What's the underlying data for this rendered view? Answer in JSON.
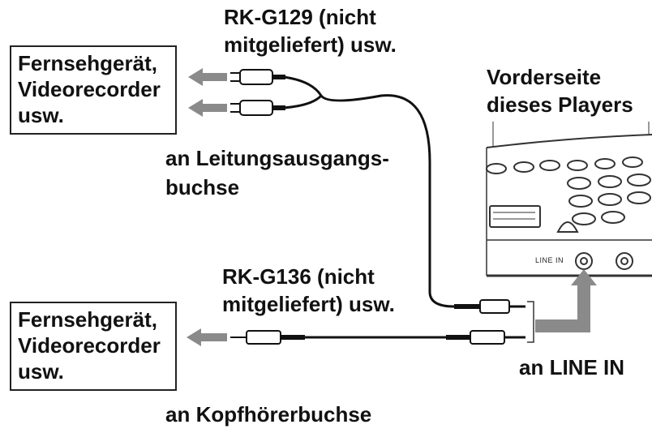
{
  "device_boxes": [
    {
      "lines": [
        "Fernsehgerät,",
        "Videorecorder",
        "usw."
      ]
    },
    {
      "lines": [
        "Fernsehgerät,",
        "Videorecorder",
        "usw."
      ]
    }
  ],
  "cable_top": {
    "lines": [
      "RK-G129 (nicht",
      "mitgeliefert) usw."
    ]
  },
  "cable_bottom": {
    "lines": [
      "RK-G136 (nicht",
      "mitgeliefert) usw."
    ]
  },
  "front_label": {
    "lines": [
      "Vorderseite",
      "dieses Players"
    ]
  },
  "line_output_label": {
    "lines": [
      "an Leitungsausgangs-",
      "buchse"
    ]
  },
  "line_in_label": "an LINE IN",
  "headphone_label": "an Kopfhörerbuchse",
  "panel_jack_label": "LINE IN",
  "colors": {
    "arrow": "#8a8a8a",
    "ink": "#111111",
    "panel_line": "#333333"
  }
}
